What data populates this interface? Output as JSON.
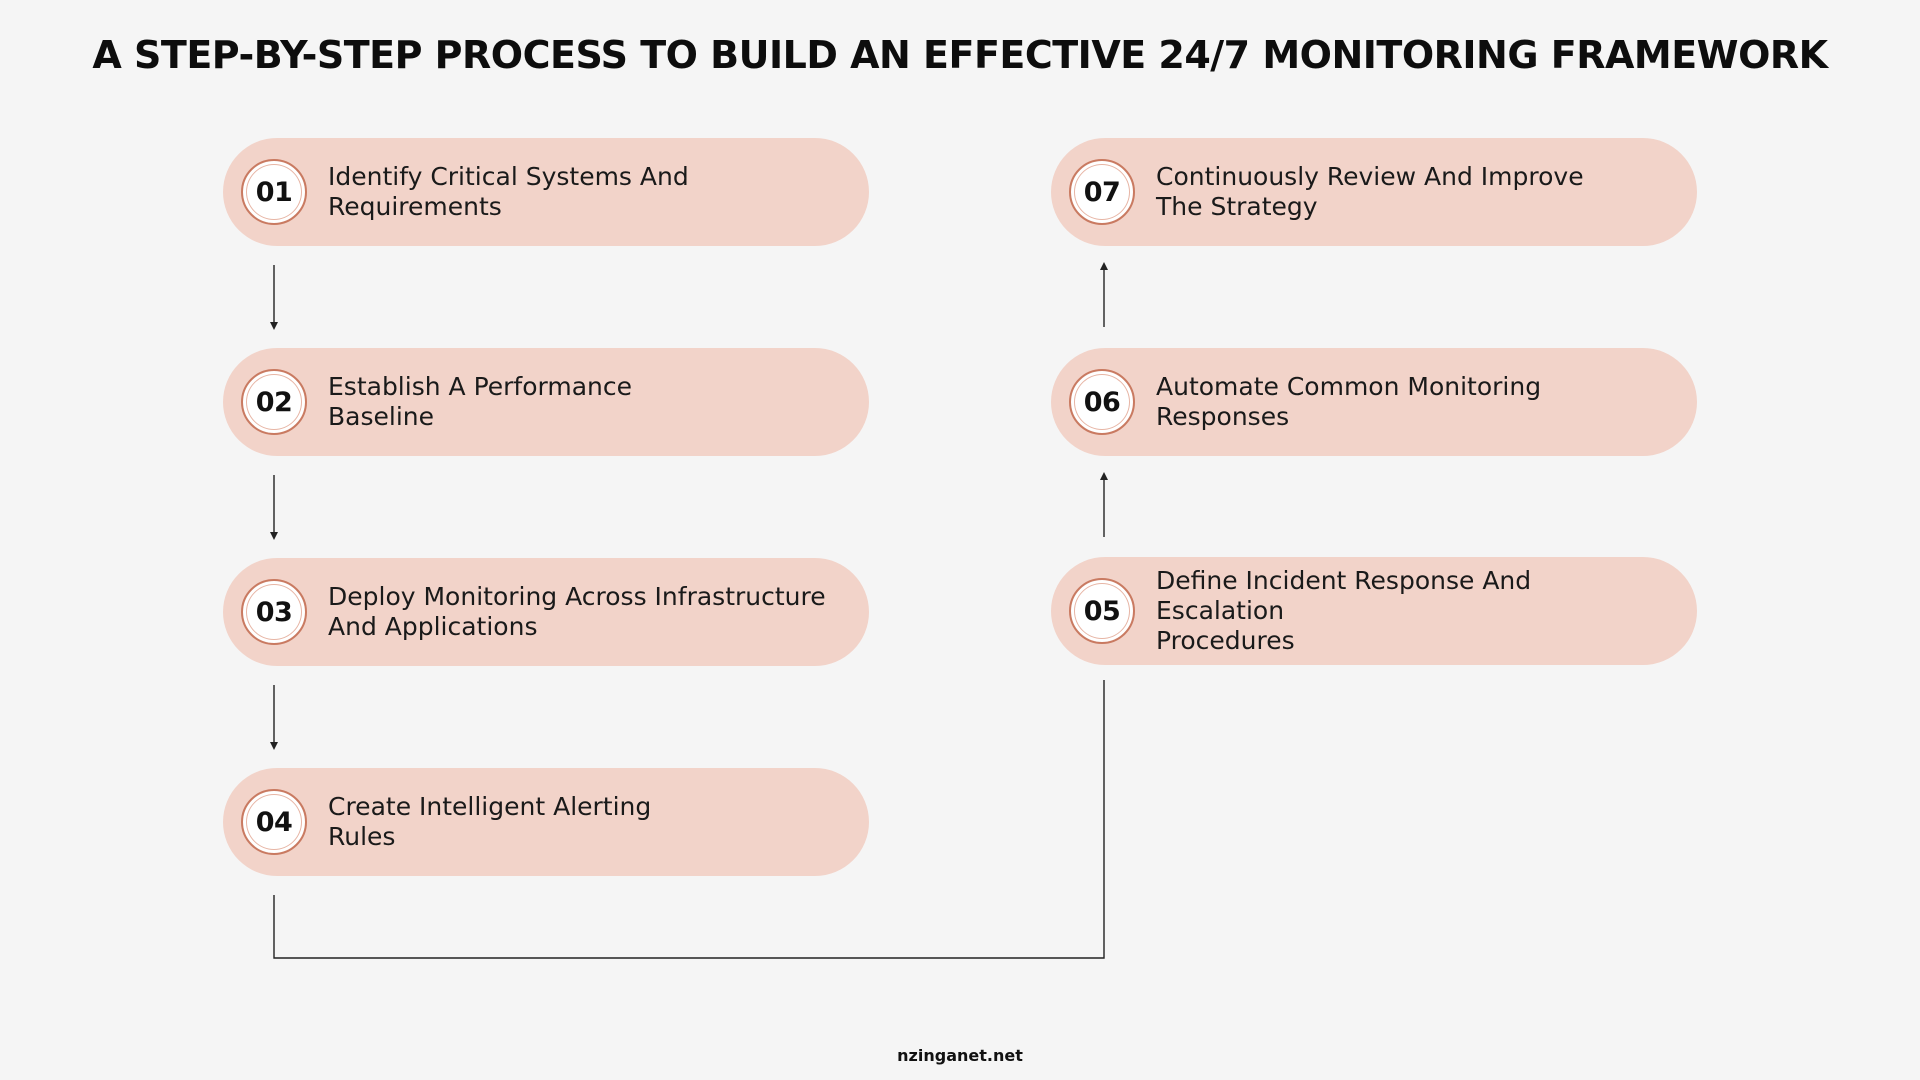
{
  "title": "A STEP-BY-STEP PROCESS TO BUILD AN EFFECTIVE 24/7 MONITORING FRAMEWORK",
  "steps": [
    {
      "number": "01",
      "lines": [
        "Identify Critical Systems And",
        "Requirements"
      ]
    },
    {
      "number": "02",
      "lines": [
        "Establish A Performance",
        "Baseline"
      ]
    },
    {
      "number": "03",
      "lines": [
        "Deploy Monitoring Across Infrastructure",
        "And Applications"
      ]
    },
    {
      "number": "04",
      "lines": [
        "Create Intelligent Alerting",
        "Rules"
      ]
    },
    {
      "number": "05",
      "lines": [
        "Define Incident Response And Escalation",
        "Procedures"
      ]
    },
    {
      "number": "06",
      "lines": [
        "Automate Common Monitoring",
        "Responses"
      ]
    },
    {
      "number": "07",
      "lines": [
        "Continuously Review And Improve",
        "The Strategy"
      ]
    }
  ],
  "footer": "nzinganet.net",
  "colors": {
    "background": "#f5f5f5",
    "pill": "#f2d3c9",
    "badge_border": "#c97a61",
    "connector": "#222222"
  }
}
